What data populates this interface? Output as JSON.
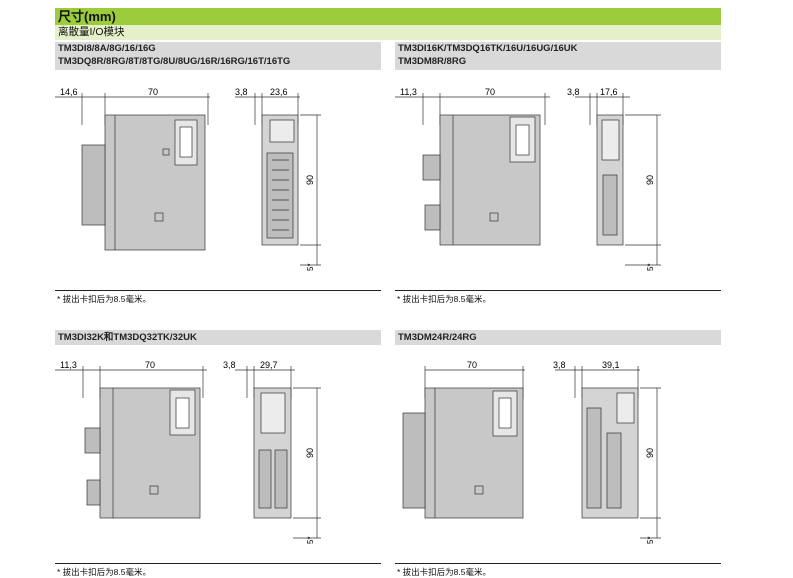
{
  "page": {
    "title": "尺寸(mm)",
    "subtitle": "离散量I/O模块"
  },
  "sections": [
    {
      "id": "s1",
      "header_lines": [
        "TM3DI8/8A/8G/16/16G",
        "TM3DQ8R/8RG/8T/8TG/8U/8UG/16R/16RG/16T/16TG"
      ],
      "dim_left": "14,6",
      "dim_width": "70",
      "dim_gap": "3,8",
      "dim_depth": "23,6",
      "dim_height": "90",
      "dim_clip": "5*",
      "footnote": "* 拔出卡扣后为8.5毫米。"
    },
    {
      "id": "s2",
      "header_lines": [
        "TM3DI16K/TM3DQ16TK/16U/16UG/16UK",
        "TM3DM8R/8RG"
      ],
      "dim_left": "11,3",
      "dim_width": "70",
      "dim_gap": "3,8",
      "dim_depth": "17,6",
      "dim_height": "90",
      "dim_clip": "5*",
      "footnote": "* 拔出卡扣后为8.5毫米。"
    },
    {
      "id": "s3",
      "header_lines": [
        "TM3DI32K和TM3DQ32TK/32UK"
      ],
      "dim_left": "11,3",
      "dim_width": "70",
      "dim_gap": "3,8",
      "dim_depth": "29,7",
      "dim_height": "90",
      "dim_clip": "5*",
      "footnote": "* 拔出卡扣后为8.5毫米。"
    },
    {
      "id": "s4",
      "header_lines": [
        "TM3DM24R/24RG"
      ],
      "dim_left": "",
      "dim_width": "70",
      "dim_gap": "3,8",
      "dim_depth": "39,1",
      "dim_height": "90",
      "dim_clip": "5*",
      "footnote": "* 拔出卡扣后为8.5毫米。"
    }
  ],
  "colors": {
    "title_bar": "#9ccb3b",
    "subtitle_bar": "#e4f0c8",
    "section_header": "#d9d9d9",
    "module_fill": "#c8c8c8",
    "module_stroke": "#333333"
  }
}
